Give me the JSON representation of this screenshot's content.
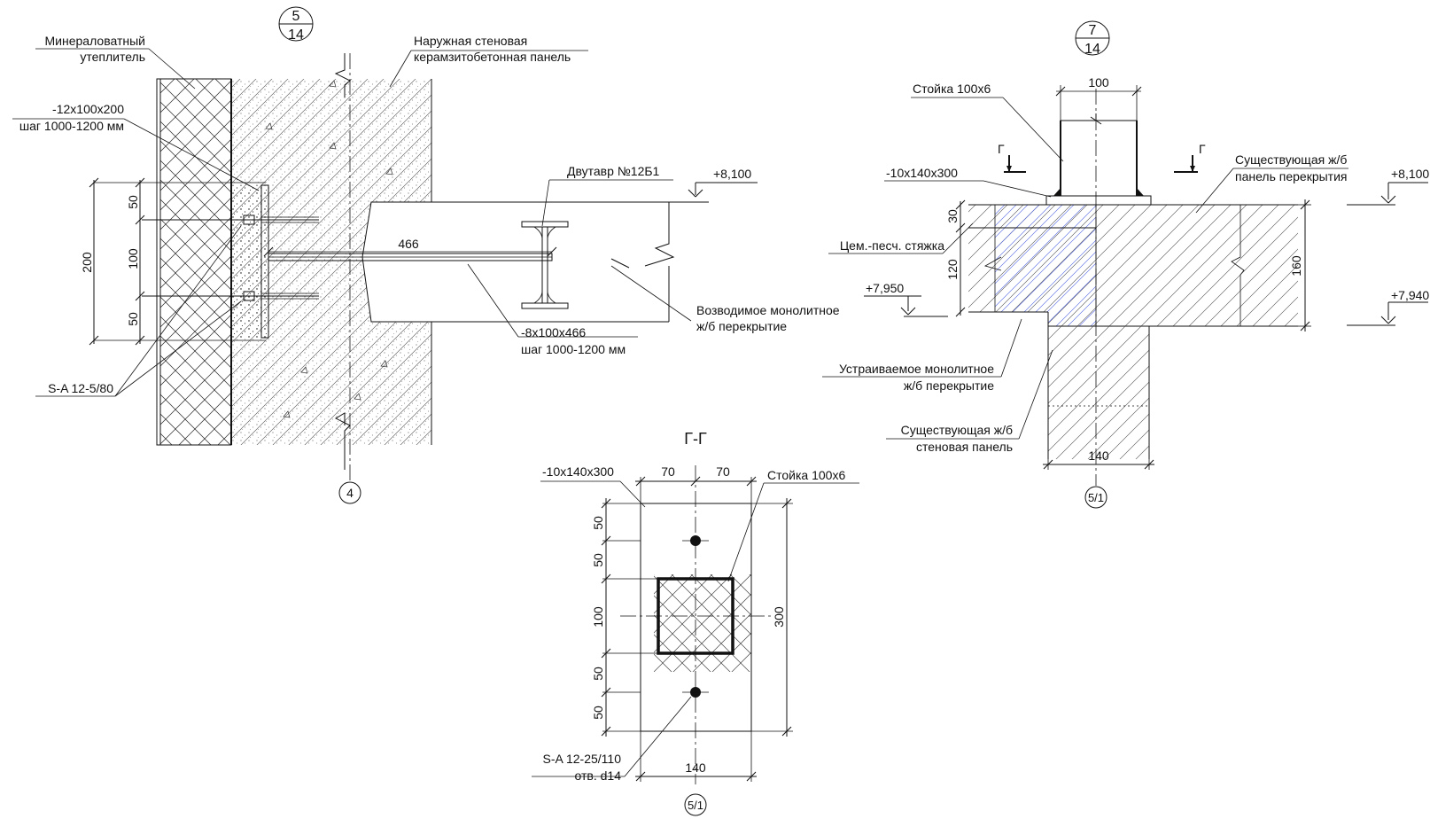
{
  "detail_5": {
    "marker": {
      "num": "5",
      "den": "14"
    },
    "labels": {
      "insulation_1": "Минераловатный",
      "insulation_2": "утеплитель",
      "panel_1": "Наружная стеновая",
      "panel_2": "керамзитобетонная панель",
      "plate_1": "-12x100x200",
      "plate_2": "шаг 1000-1200 мм",
      "beam": "Двутавр №12Б1",
      "slab_1": "Возводимое монолитное",
      "slab_2": "ж/б перекрытие",
      "strip_1": "-8x100x466",
      "strip_2": "шаг 1000-1200 мм",
      "anchor": "S-A 12-5/80"
    },
    "level": "+8,100",
    "dims": {
      "d200": "200",
      "d50a": "50",
      "d100": "100",
      "d50b": "50",
      "d466": "466"
    },
    "axis": "4"
  },
  "detail_7": {
    "marker": {
      "num": "7",
      "den": "14"
    },
    "labels": {
      "post": "Стойка 100x6",
      "plate": "-10x140x300",
      "screed": "Цем.-песч. стяжка",
      "existing_slab_1": "Существующая ж/б",
      "existing_slab_2": "панель перекрытия",
      "new_slab_1": "Устраиваемое монолитное",
      "new_slab_2": "ж/б перекрытие",
      "existing_wall_1": "Существующая ж/б",
      "existing_wall_2": "стеновая панель",
      "cut_left": "Г",
      "cut_right": "Г"
    },
    "levels": {
      "top_right": "+8,100",
      "left": "+7,950",
      "bottom_right": "+7,940"
    },
    "dims": {
      "d100": "100",
      "d30": "30",
      "d120": "120",
      "d160": "160",
      "d140": "140"
    },
    "axis": "5/1"
  },
  "section_gg": {
    "title": "Г-Г",
    "labels": {
      "plate": "-10x140x300",
      "post": "Стойка 100x6",
      "anchor_1": "S-A 12-25/110",
      "anchor_2": "отв. d14"
    },
    "dims": {
      "d70a": "70",
      "d70b": "70",
      "d50a": "50",
      "d50b": "50",
      "d100": "100",
      "d50c": "50",
      "d50d": "50",
      "d300": "300",
      "d140": "140"
    },
    "axis": "5/1"
  }
}
